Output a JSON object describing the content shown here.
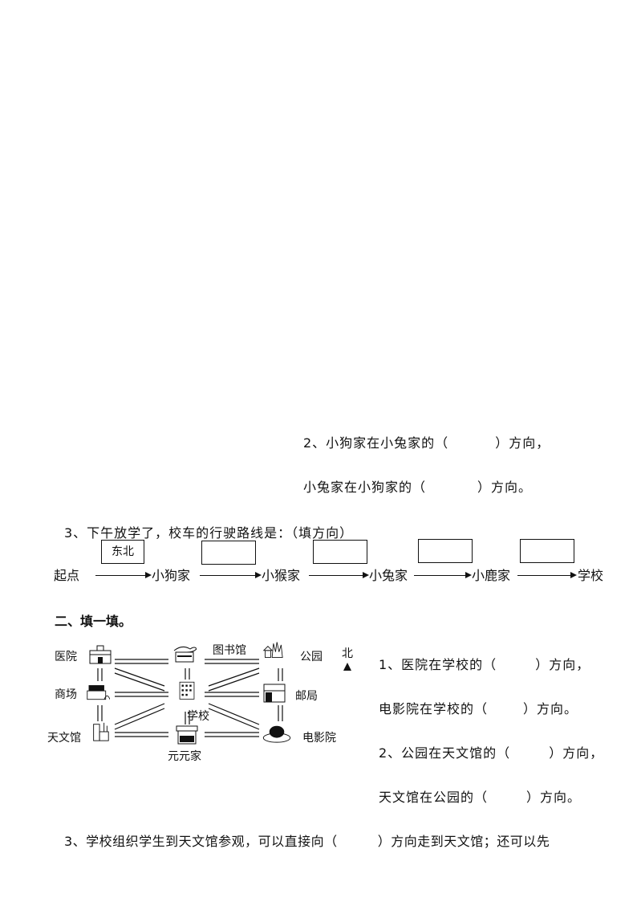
{
  "part1": {
    "q2_line1": {
      "prefix": "2、小狗家在小兔家的（",
      "suffix": "）方向，"
    },
    "q2_line2": {
      "prefix": "小兔家在小狗家的（",
      "suffix": "）方向。"
    },
    "q3_title": "3、下午放学了，校车的行驶路线是：（填方向）",
    "route": {
      "stops": [
        "起点",
        "小狗家",
        "小猴家",
        "小兔家",
        "小鹿家",
        "学校"
      ],
      "boxes": [
        "东北",
        "",
        "",
        "",
        ""
      ]
    }
  },
  "part2": {
    "title": "二、填一填。",
    "map": {
      "north_label": "北",
      "places": {
        "hospital": "医院",
        "library": "图书馆",
        "park": "公园",
        "mall": "商场",
        "school": "学校",
        "post_office": "邮局",
        "planetarium": "天文馆",
        "yuanyuan_home": "元元家",
        "cinema": "电影院"
      }
    },
    "q1_line1": {
      "prefix": "1、医院在学校的（",
      "suffix": "）方向，"
    },
    "q1_line2": {
      "prefix": "电影院在学校的（",
      "suffix": "）方向。"
    },
    "q2_line1": {
      "prefix": "2、公园在天文馆的（",
      "suffix": "）方向，"
    },
    "q2_line2": {
      "prefix": "天文馆在公园的（",
      "suffix": "）方向。"
    },
    "q3": {
      "prefix": "3、学校组织学生到天文馆参观，可以直接向（",
      "suffix": "）方向走到天文馆；还可以先"
    }
  }
}
